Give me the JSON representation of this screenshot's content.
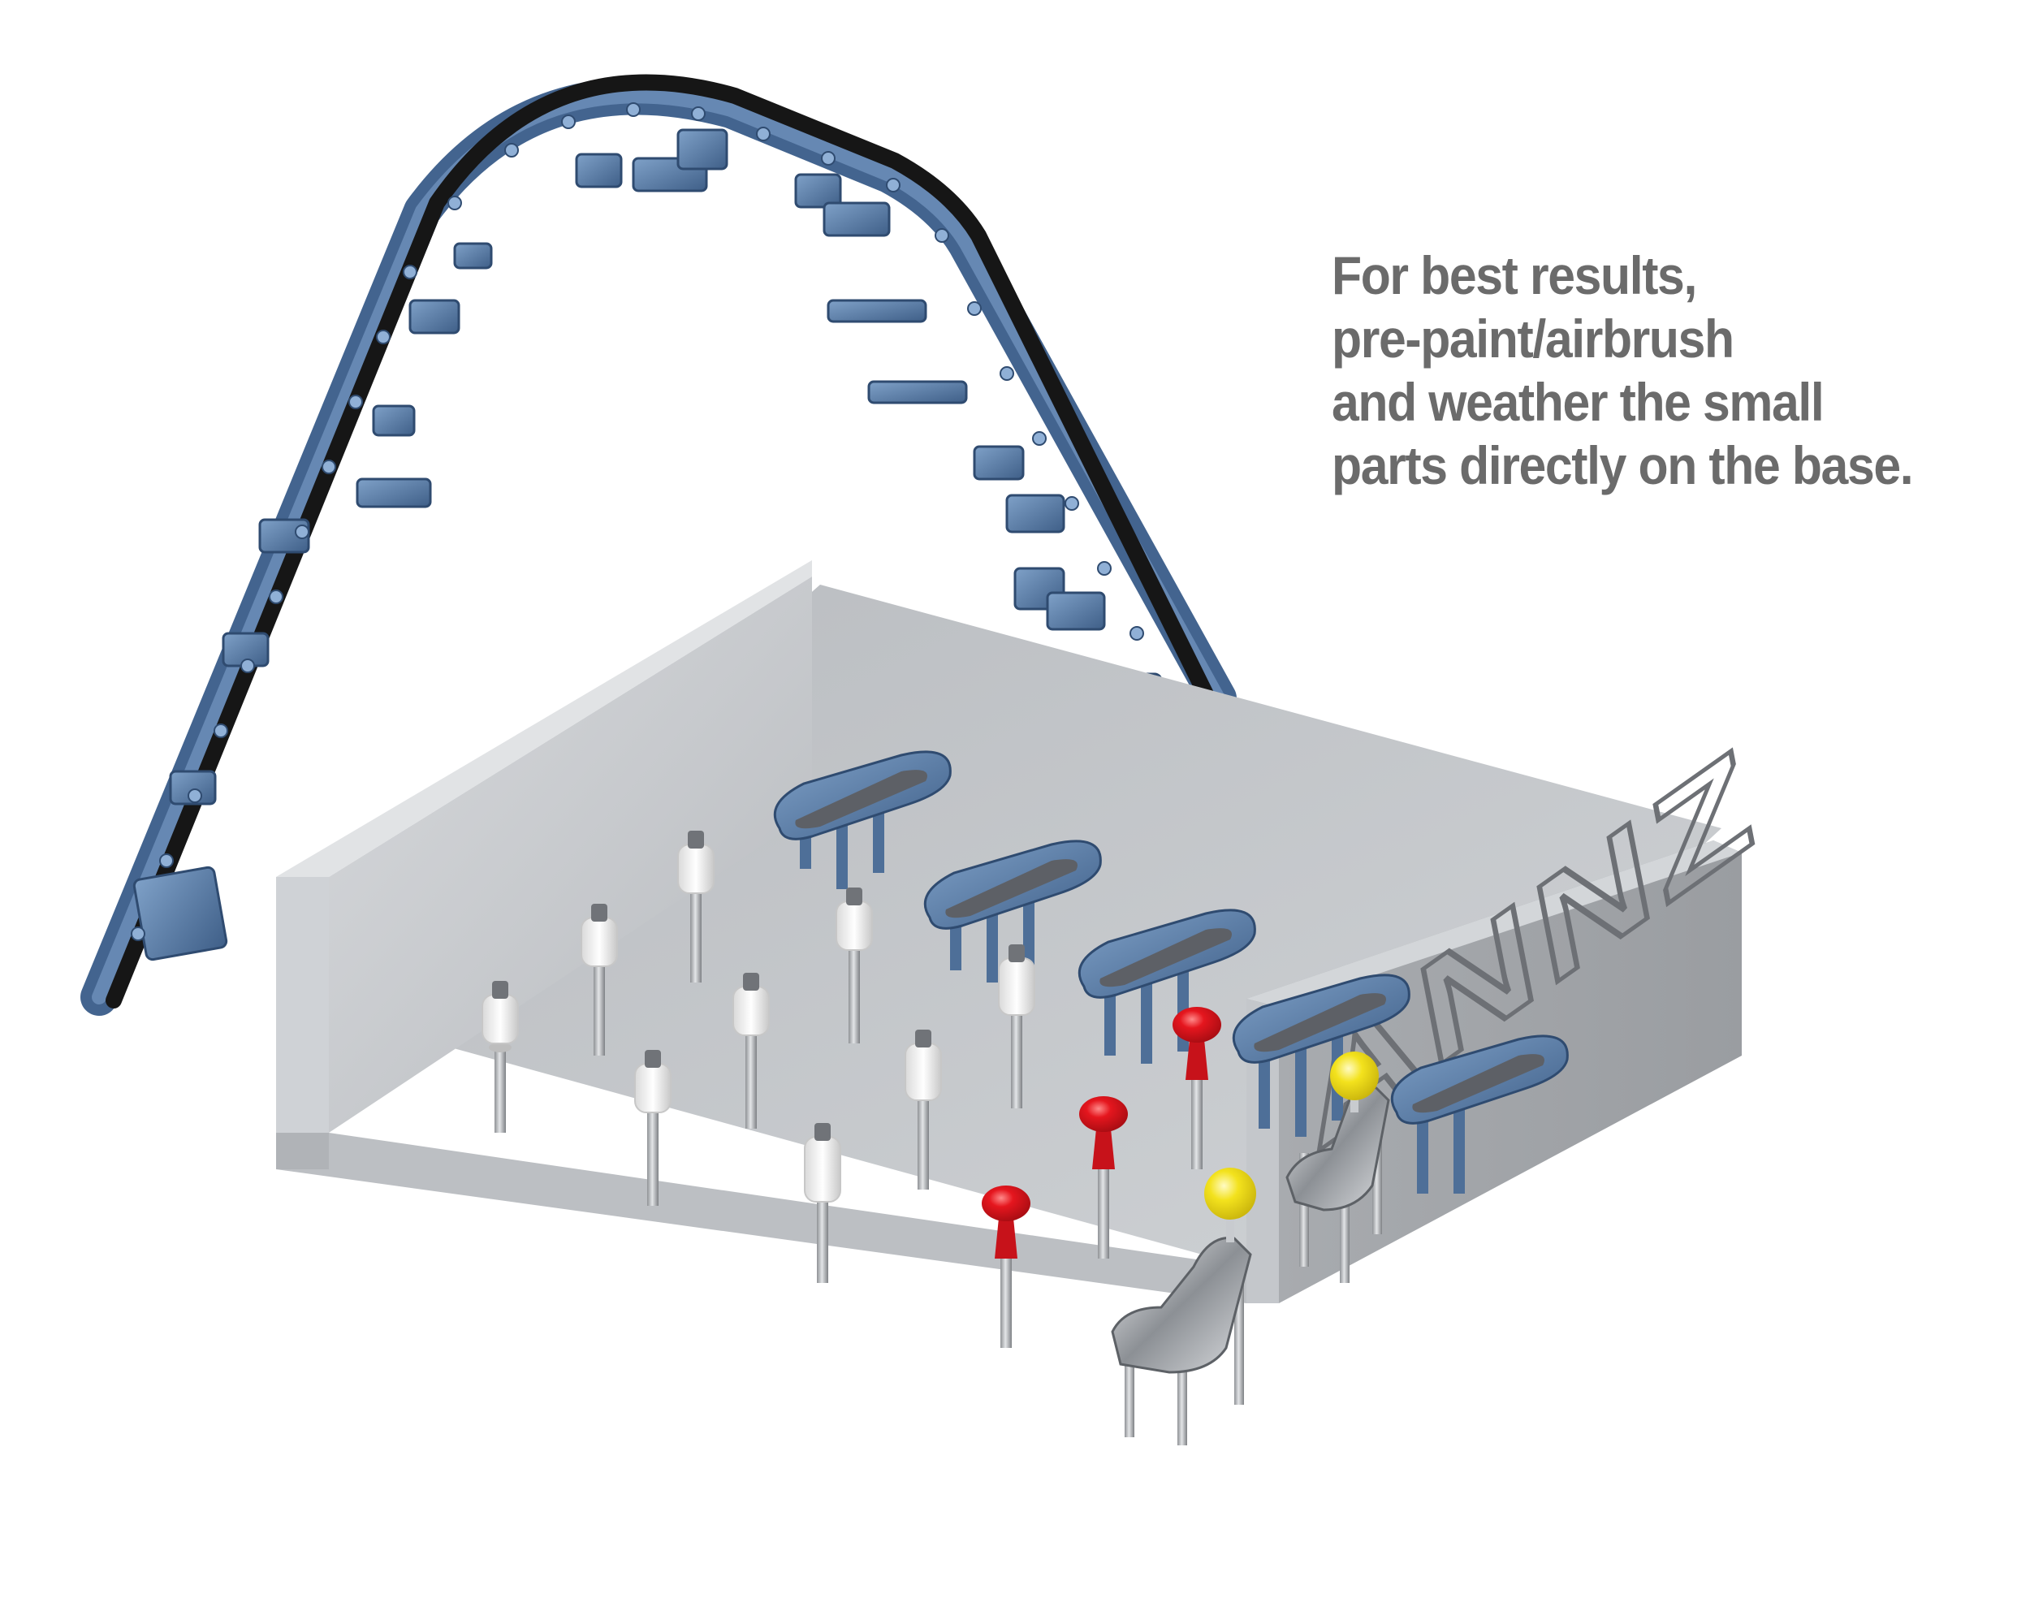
{
  "caption": {
    "lines": [
      "For best results,",
      "pre-paint/airbrush",
      "and weather the small",
      "parts directly on the base."
    ]
  },
  "base": {
    "embossed_logo": "ANNZ"
  },
  "colors": {
    "caption_text": "#6b6b6b",
    "base_grey": "#c3c6ca",
    "sprue_blue": "#4f7199",
    "rubber_black": "#1a1a1a",
    "red_knob": "#e0141c",
    "yellow_knob": "#f2e21a",
    "white_insulator": "#f4f4f4",
    "chrome": "#b9bdc2"
  }
}
